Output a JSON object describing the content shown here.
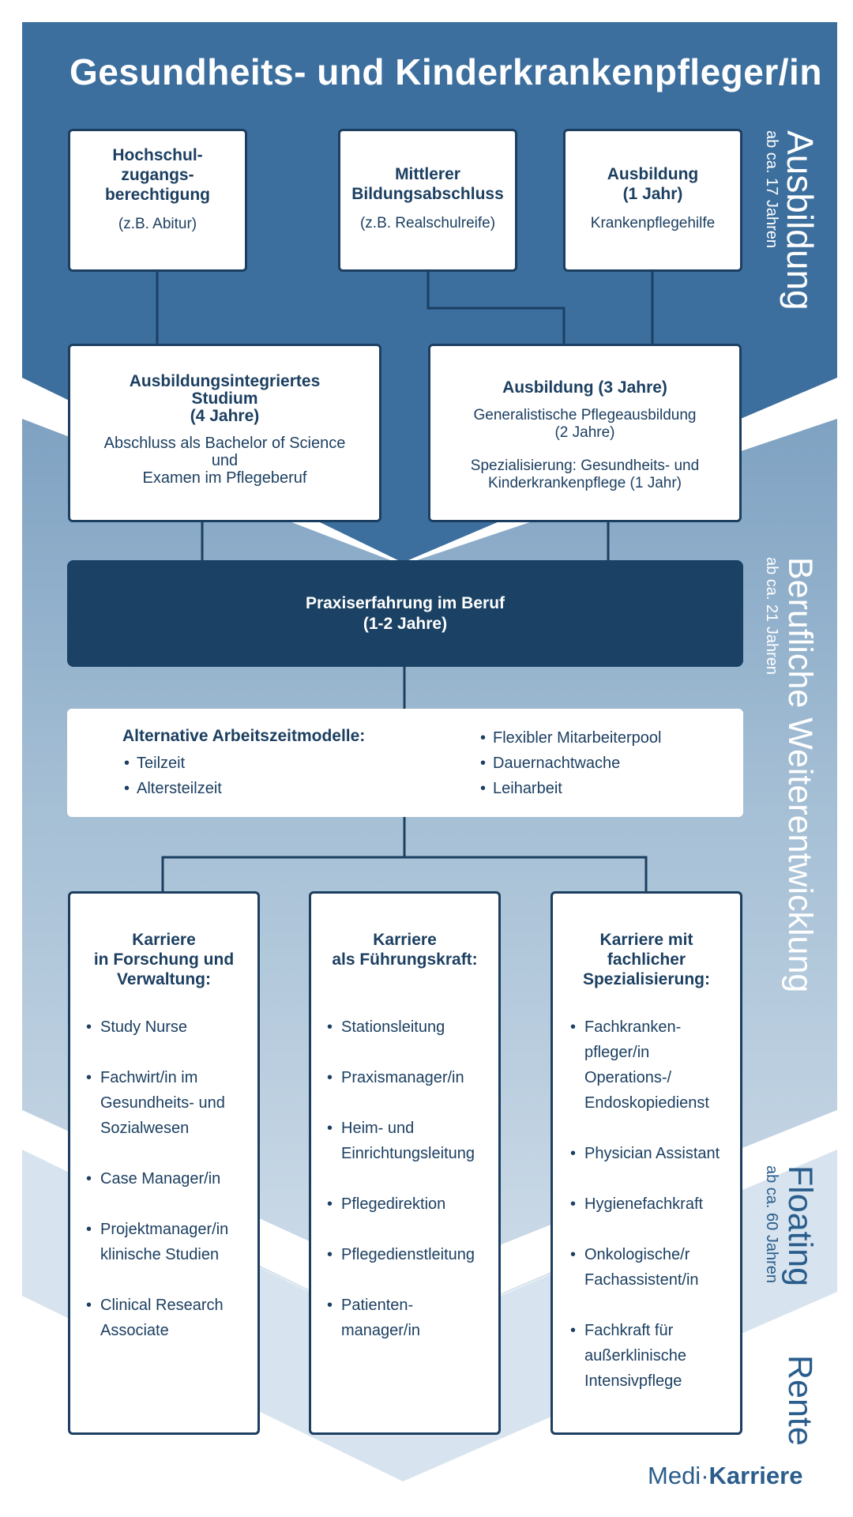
{
  "title": "Gesundheits- und Kinderkrankenpfleger/in",
  "colors": {
    "band_dark": "#3d6f9e",
    "band_mid": "#a9c3d8",
    "band_light": "#e3ebf2",
    "box_border": "#1c3f61",
    "practice_bg": "#1b4264",
    "logo": "#2a5d8c"
  },
  "phases": [
    {
      "label": "Ausbildung",
      "age": "ab ca. 17 Jahren"
    },
    {
      "label": "Berufliche Weiterentwicklung",
      "age": "ab ca. 21 Jahren"
    },
    {
      "label": "Floating",
      "age": "ab ca. 60 Jahren"
    },
    {
      "label": "Rente",
      "age": ""
    }
  ],
  "requirements": [
    {
      "heading": "Hochschul-\nzugangs-\nberechtigung",
      "sub": "(z.B. Abitur)"
    },
    {
      "heading": "Mittlerer\nBildungsabschluss",
      "sub": "(z.B. Realschulreife)"
    },
    {
      "heading": "Ausbildung\n(1 Jahr)",
      "sub": "Krankenpflegehilfe"
    }
  ],
  "study": {
    "heading": "Ausbildungsintegriertes\nStudium\n(4 Jahre)",
    "text": "Abschluss als Bachelor of Science\nund\nExamen im Pflegeberuf"
  },
  "training": {
    "heading": "Ausbildung (3 Jahre)",
    "text1": "Generalistische Pflegeausbildung\n(2 Jahre)",
    "text2": "Spezialisierung: Gesundheits- und\nKinderkrankenpflege (1 Jahr)"
  },
  "practice": {
    "text": "Praxiserfahrung im Beruf\n(1-2 Jahre)"
  },
  "alternatives": {
    "heading": "Alternative Arbeitszeitmodelle:",
    "left": [
      "Teilzeit",
      "Altersteilzeit"
    ],
    "right": [
      "Flexibler Mitarbeiterpool",
      "Dauernachtwache",
      "Leiharbeit"
    ]
  },
  "careers": [
    {
      "heading": "Karriere\nin Forschung und\nVerwaltung:",
      "items": [
        "Study Nurse",
        "Fachwirt/in im\nGesundheits- und\nSozialwesen",
        "Case Manager/in",
        "Projektmanager/in\nklinische Studien",
        "Clinical Research\nAssociate"
      ]
    },
    {
      "heading": "Karriere\nals Führungskraft:",
      "items": [
        "Stationsleitung",
        "Praxismanager/in",
        "Heim- und\nEinrichtungsleitung",
        "Pflegedirektion",
        "Pflegedienstleitung",
        "Patienten-\nmanager/in"
      ]
    },
    {
      "heading": "Karriere mit\nfachlicher\nSpezialisierung:",
      "items": [
        "Fachkranken-\npfleger/in\nOperations-/\nEndoskopiedienst",
        "Physician Assistant",
        "Hygienefachkraft",
        "Onkologische/r\nFachassistent/in",
        "Fachkraft für\naußerklinische\nIntensivpflege"
      ]
    }
  ],
  "logo": {
    "part1": "Medi·",
    "part2": "Karriere"
  }
}
